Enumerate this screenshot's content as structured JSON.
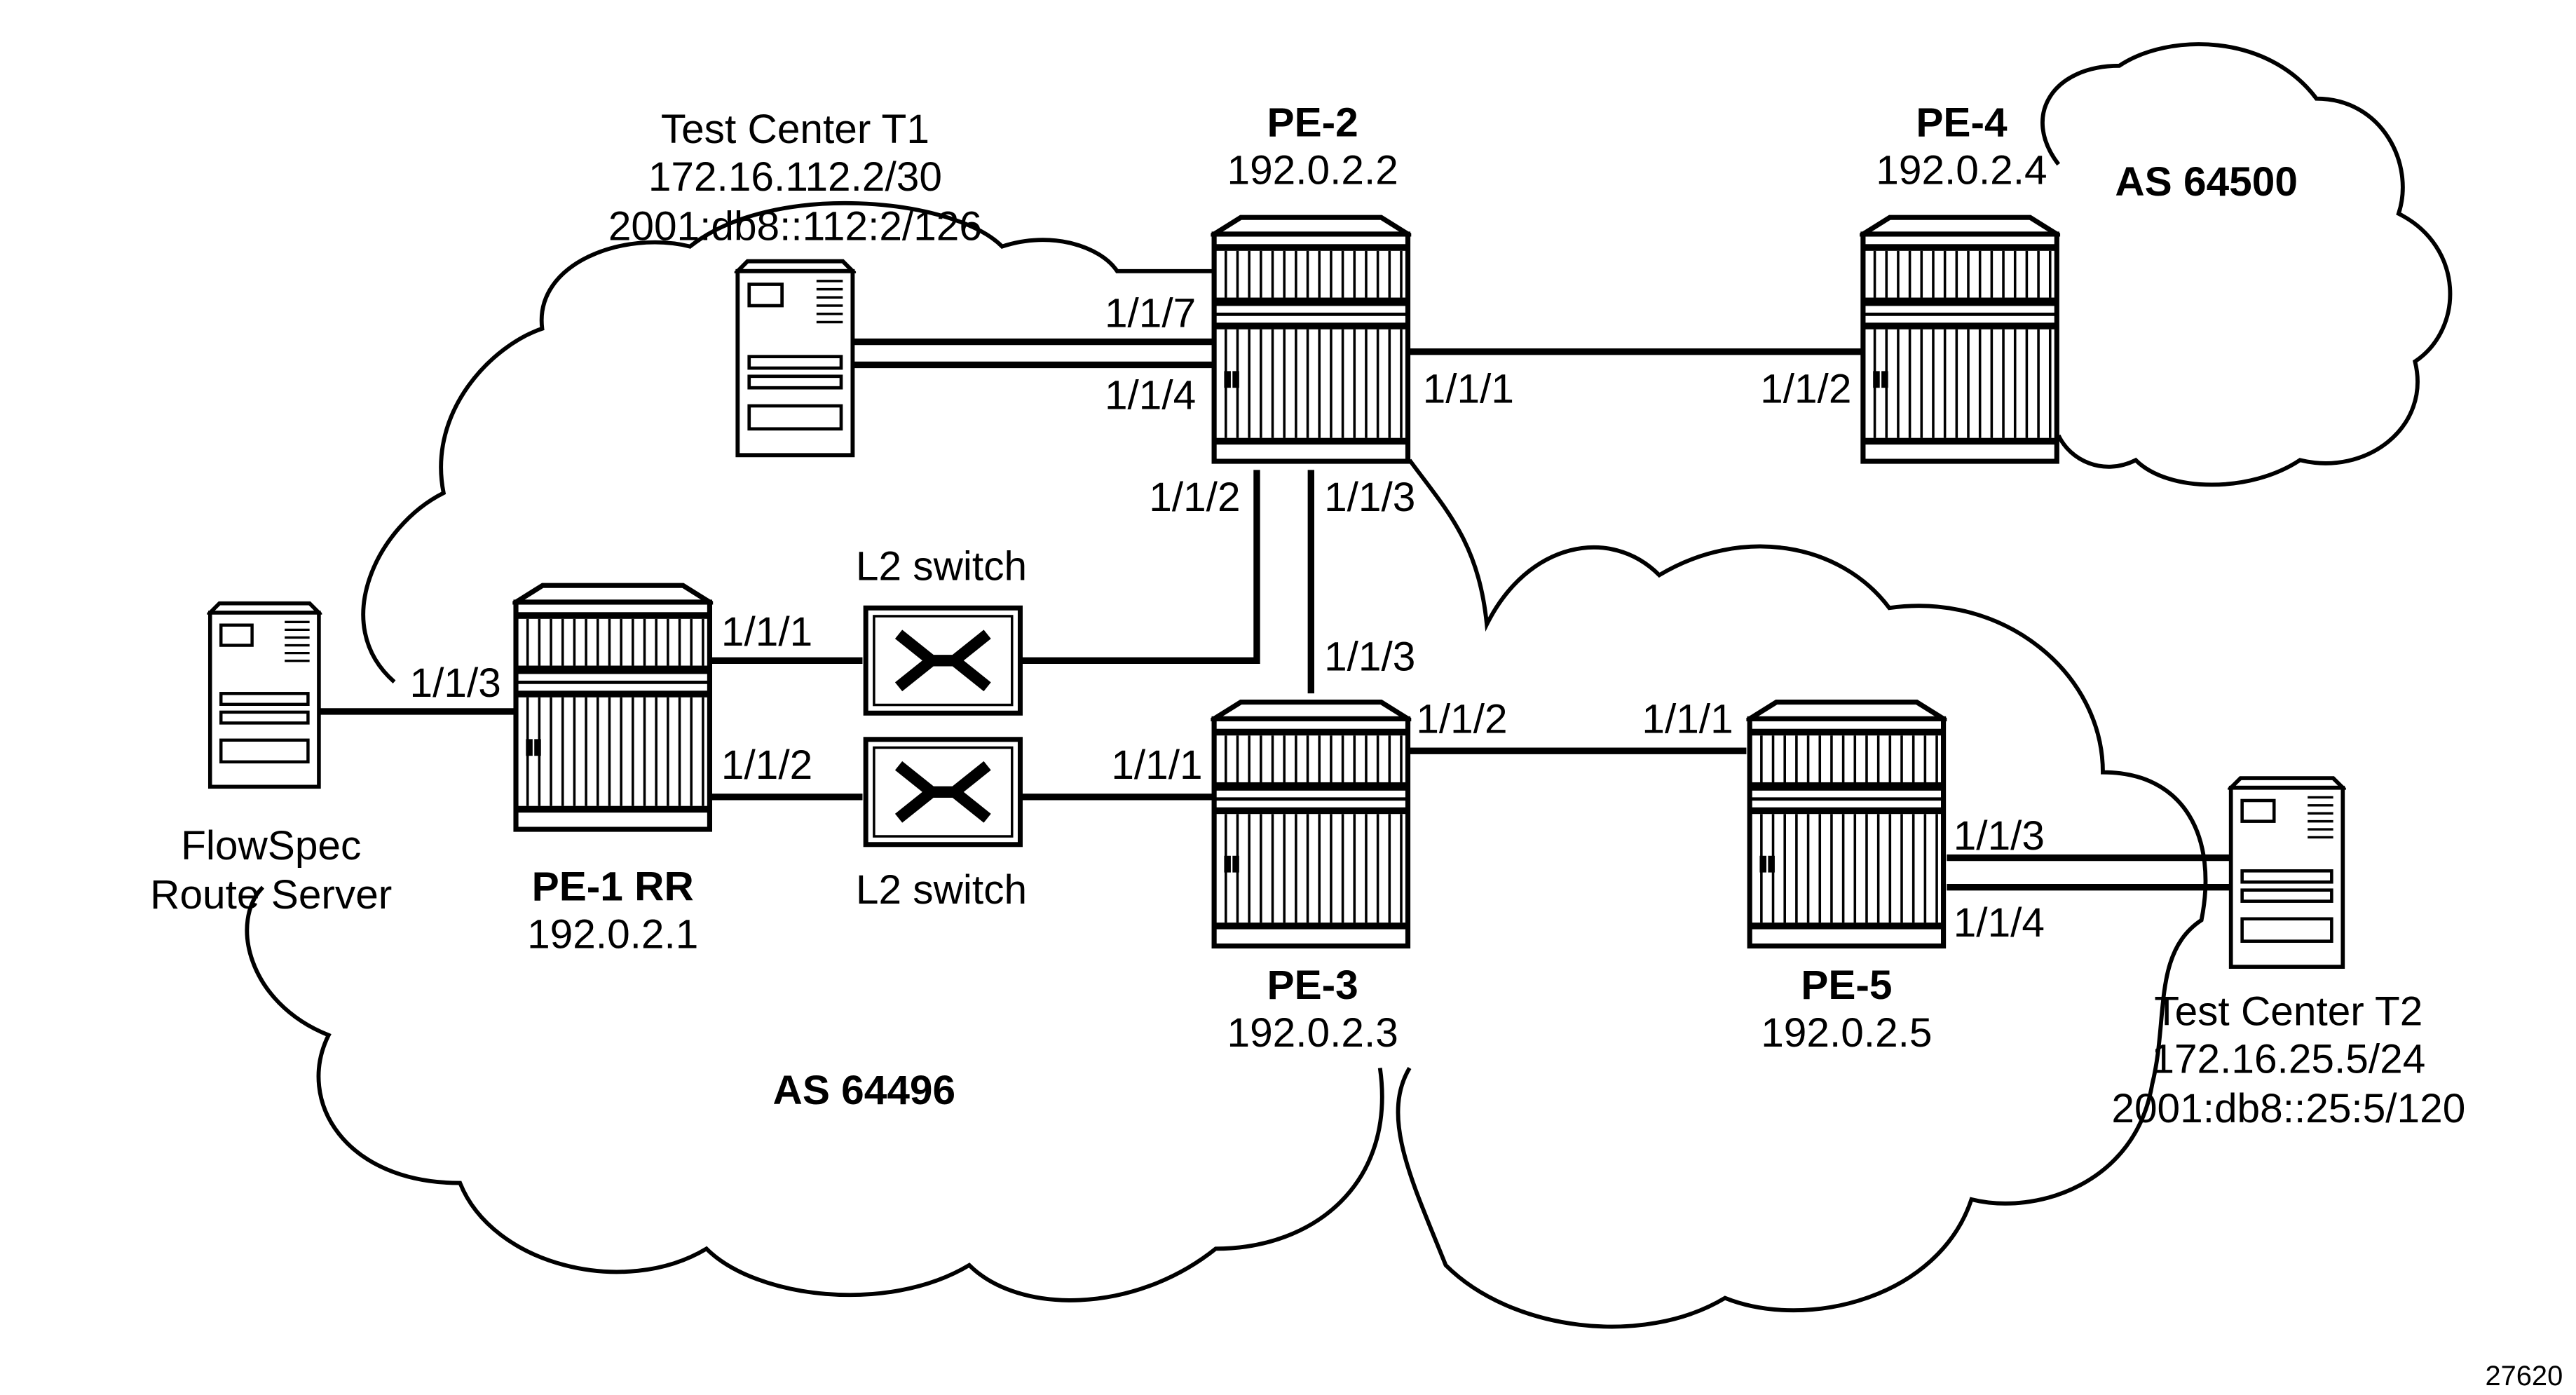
{
  "clouds": {
    "as_left": "AS 64496",
    "as_top_right": "AS 64500"
  },
  "nodes": {
    "pe1": {
      "name": "PE-1 RR",
      "ip": "192.0.2.1"
    },
    "pe2": {
      "name": "PE-2",
      "ip": "192.0.2.2"
    },
    "pe3": {
      "name": "PE-3",
      "ip": "192.0.2.3"
    },
    "pe4": {
      "name": "PE-4",
      "ip": "192.0.2.4"
    },
    "pe5": {
      "name": "PE-5",
      "ip": "192.0.2.5"
    },
    "t1": {
      "name": "Test Center T1",
      "ipv4": "172.16.112.2/30",
      "ipv6": "2001:db8::112:2/126"
    },
    "t2": {
      "name": "Test Center T2",
      "ipv4": "172.16.25.5/24",
      "ipv6": "2001:db8::25:5/120"
    },
    "frs": {
      "line1": "FlowSpec",
      "line2": "Route Server"
    },
    "sw1": {
      "name": "L2 switch"
    },
    "sw2": {
      "name": "L2 switch"
    }
  },
  "ports": {
    "pe2_117": "1/1/7",
    "pe2_114": "1/1/4",
    "pe2_111": "1/1/1",
    "pe4_112": "1/1/2",
    "pe2_112": "1/1/2",
    "pe2_113": "1/1/3",
    "pe3_113": "1/1/3",
    "pe1_113": "1/1/3",
    "pe1_111": "1/1/1",
    "pe1_112": "1/1/2",
    "pe3_111": "1/1/1",
    "pe3_112": "1/1/2",
    "pe5_111": "1/1/1",
    "pe5_113": "1/1/3",
    "pe5_114": "1/1/4"
  },
  "figure_id": "27620"
}
